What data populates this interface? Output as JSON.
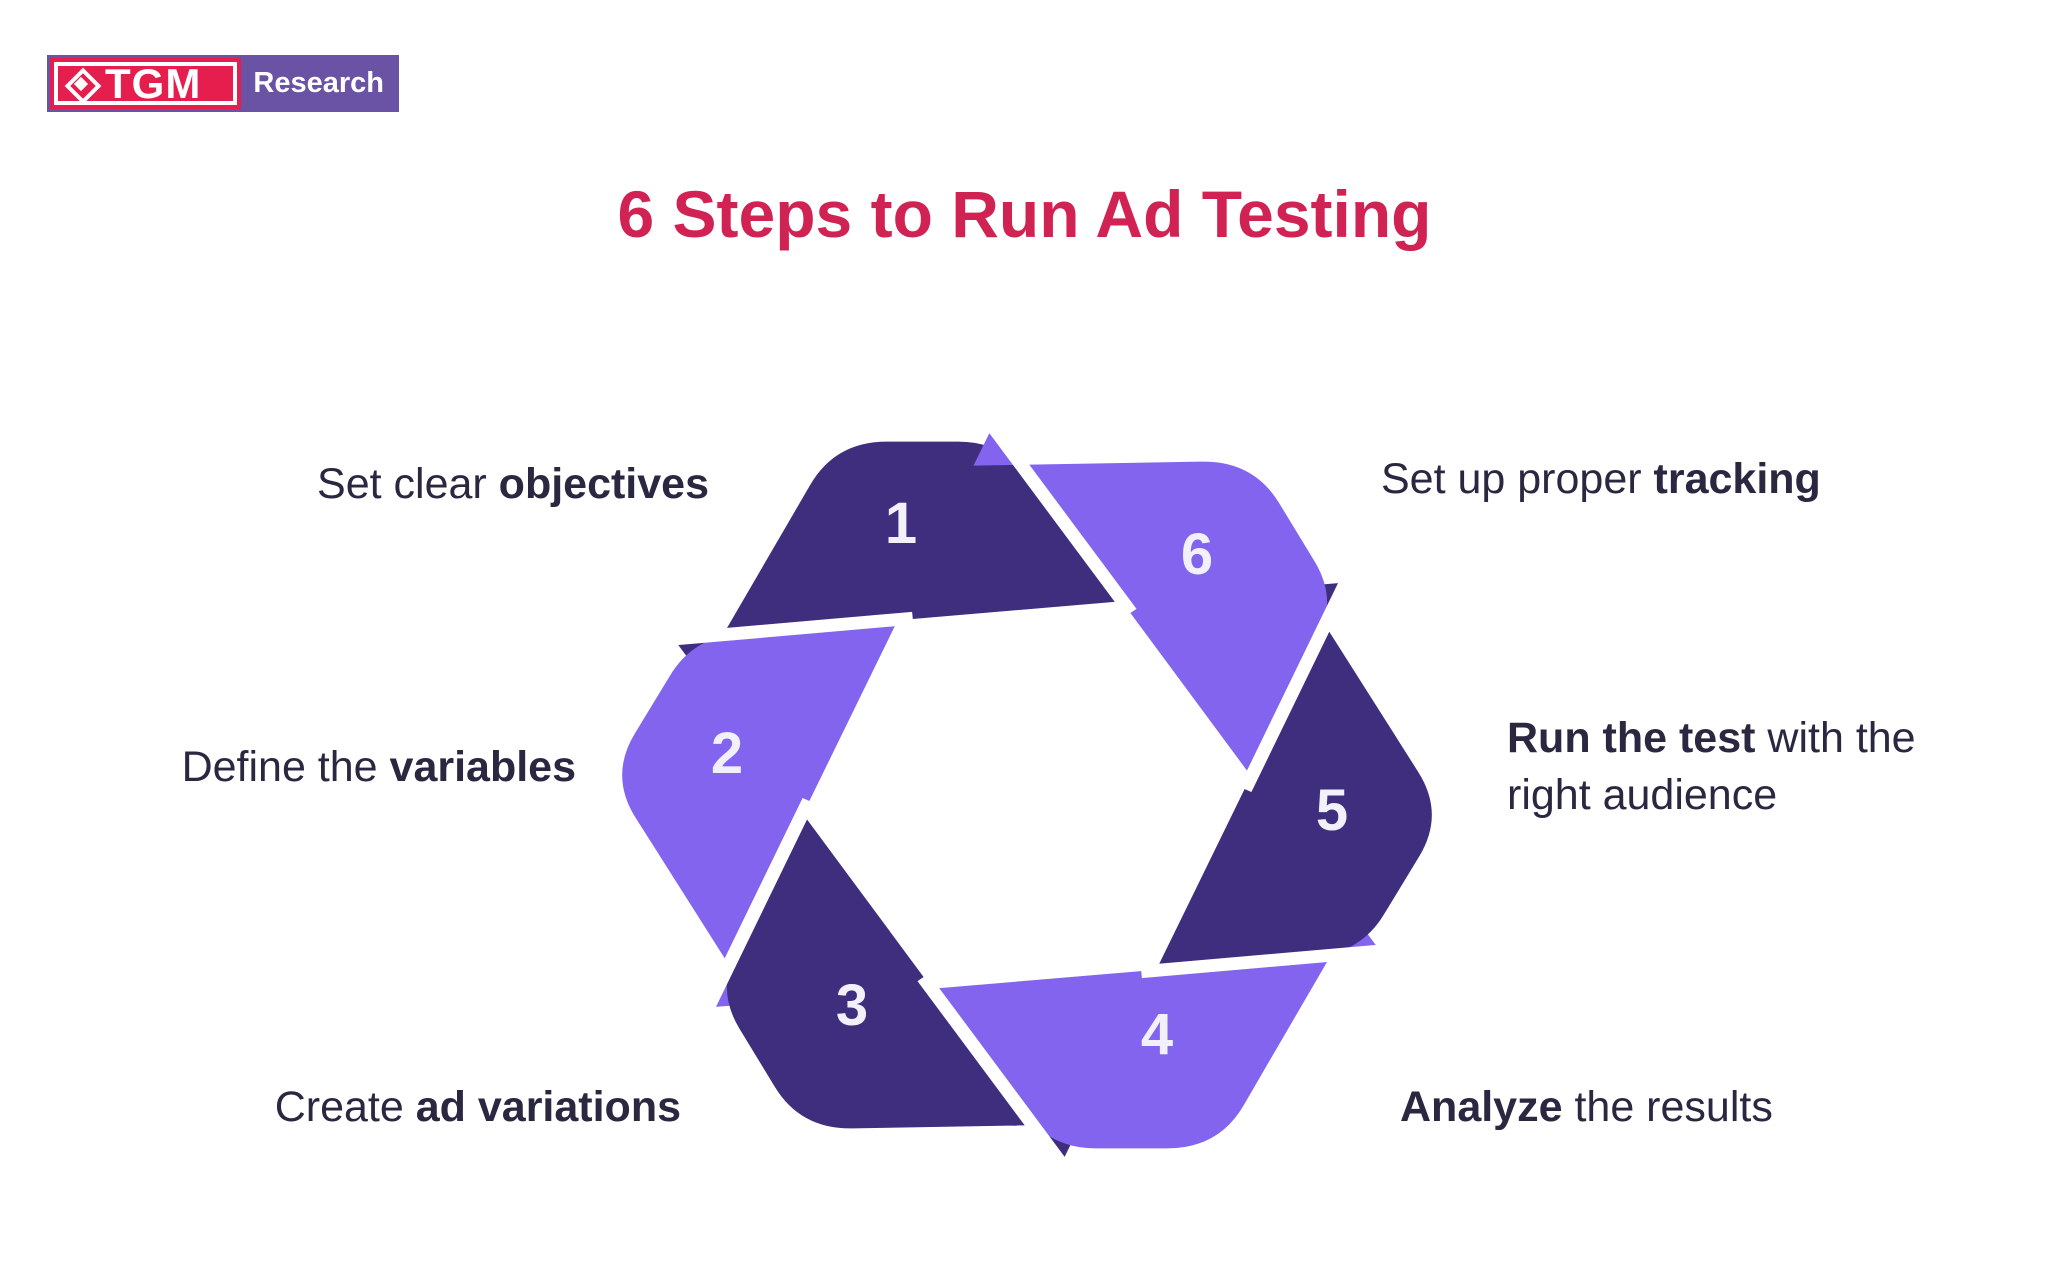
{
  "logo": {
    "brand": "TGM",
    "suffix": "Research",
    "colors": {
      "pink": "#E51E4D",
      "purple": "#6A52A4"
    }
  },
  "title": {
    "text": "6 Steps to Run Ad Testing",
    "color": "#D12353"
  },
  "diagram": {
    "type": "hexagonal-cycle",
    "colors": {
      "blade_dark": "#3F2E7D",
      "blade_light": "#8364EF",
      "number_text": "#F2F0FA",
      "label_text": "#2A2740"
    },
    "steps": [
      {
        "num": "1",
        "pre": "Set clear ",
        "bold": "objectives",
        "post": ""
      },
      {
        "num": "2",
        "pre": "Define the ",
        "bold": "variables",
        "post": ""
      },
      {
        "num": "3",
        "pre": "Create ",
        "bold": "ad variations",
        "post": ""
      },
      {
        "num": "4",
        "pre": "",
        "bold": "Analyze",
        "post": " the results"
      },
      {
        "num": "5",
        "pre": "",
        "bold": "Run the test",
        "post": " with the right audience"
      },
      {
        "num": "6",
        "pre": "Set up proper ",
        "bold": "tracking",
        "post": ""
      }
    ]
  }
}
